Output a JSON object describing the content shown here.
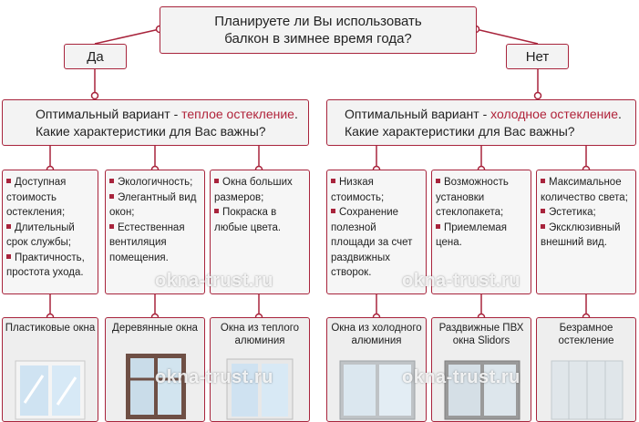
{
  "question": {
    "line1": "Планируете ли Вы использовать",
    "line2": "балкон в зимнее время года?"
  },
  "answers": {
    "yes": "Да",
    "no": "Нет"
  },
  "left_option": {
    "prefix": "Оптимальный вариант - ",
    "highlight": "теплое остекление",
    "suffix": ".",
    "line2": "Какие характеристики для Вас важны?"
  },
  "right_option": {
    "prefix": "Оптимальный вариант - ",
    "highlight": "холодное остекление",
    "suffix": ".",
    "line2": "Какие характеристики для Вас важны?"
  },
  "features": [
    {
      "items": [
        "Доступная стоимость остекления;",
        "Длительный срок службы;",
        "Практичность, простота ухода."
      ]
    },
    {
      "items": [
        "Экологичность;",
        "Элегантный вид окон;",
        "Естественная вентиляция помещения."
      ]
    },
    {
      "items": [
        "Окна больших размеров;",
        "Покраска в любые цвета."
      ]
    },
    {
      "items": [
        "Низкая стоимость;",
        "Сохранение полезной площади за счет раздвижных створок."
      ]
    },
    {
      "items": [
        "Возможность установки стеклопакета;",
        "Приемлемая цена."
      ]
    },
    {
      "items": [
        "Максимальное количество света;",
        "Эстетика;",
        "Эксклюзивный внешний вид."
      ]
    }
  ],
  "products": [
    {
      "title": "Пластиковые окна",
      "frame_color": "#f4f4f4"
    },
    {
      "title": "Деревянные окна",
      "frame_color": "#6e4f45"
    },
    {
      "title": "Окна из теплого алюминия",
      "frame_color": "#e8e8e8"
    },
    {
      "title": "Окна из холодного алюминия",
      "frame_color": "#bfc3c6"
    },
    {
      "title": "Раздвижные ПВХ окна Slidors",
      "frame_color": "#9a9a9a"
    },
    {
      "title": "Безрамное остекление",
      "frame_color": "#e0e6ea"
    }
  ],
  "watermark": "okna-trust.ru",
  "colors": {
    "accent": "#a8243c",
    "highlight": "#b0233a",
    "box_bg": "#f3f3f3"
  }
}
